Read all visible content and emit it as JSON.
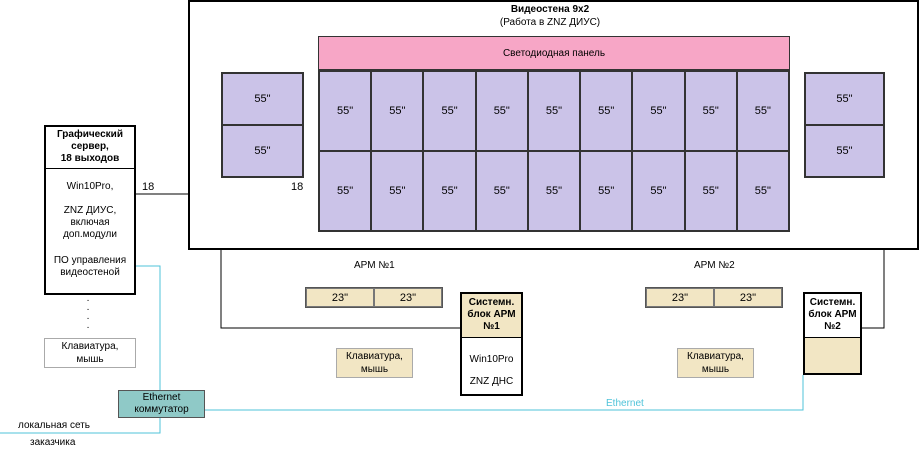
{
  "wall": {
    "title": "Видеостена 9х2",
    "subtitle": "(Работа в ZNZ ДИУС)",
    "led_panel": "Светодиодная панель",
    "main_screens": [
      "55\"",
      "55\"",
      "55\"",
      "55\"",
      "55\"",
      "55\"",
      "55\"",
      "55\"",
      "55\"",
      "55\"",
      "55\"",
      "55\"",
      "55\"",
      "55\"",
      "55\"",
      "55\"",
      "55\"",
      "55\""
    ],
    "left_screens": [
      "55\"",
      "55\""
    ],
    "right_screens": [
      "55\"",
      "55\""
    ]
  },
  "server": {
    "title_1": "Графический",
    "title_2": "сервер,",
    "title_3": "18 выходов",
    "os": "Win10Pro,",
    "sw_1": "ZNZ ДИУС,",
    "sw_2": "включая",
    "sw_3": "доп.модули",
    "ctrl_1": "ПО управления",
    "ctrl_2": "видеостеной",
    "dots": "·\n·\n·\n·",
    "kb_1": "Клавиатура,",
    "kb_2": "мышь"
  },
  "links": {
    "out_count_left": "18",
    "out_count_right": "18",
    "ethernet_label": "Ethernet"
  },
  "switch": {
    "line_1": "Ethernet",
    "line_2": "коммутатор"
  },
  "lan": {
    "line_1": "локальная сеть",
    "line_2": "заказчика"
  },
  "arm1": {
    "label": "АРМ №1",
    "monitors": [
      "23\"",
      "23\""
    ],
    "kb_1": "Клавиатура,",
    "kb_2": "мышь",
    "unit_1": "Системн.",
    "unit_2": "блок АРМ",
    "unit_3": "№1",
    "os": "Win10Pro",
    "sw": "ZNZ ДНС"
  },
  "arm2": {
    "label": "АРМ №2",
    "monitors": [
      "23\"",
      "23\""
    ],
    "kb_1": "Клавиатура,",
    "kb_2": "мышь",
    "unit_1": "Системн.",
    "unit_2": "блок АРМ",
    "unit_3": "№2"
  },
  "colors": {
    "screen": "#cbc3e8",
    "led": "#f7a6c6",
    "workstation": "#f2e6c4",
    "switch": "#8fc9c7",
    "ethernet_line": "#4fc3d9"
  }
}
